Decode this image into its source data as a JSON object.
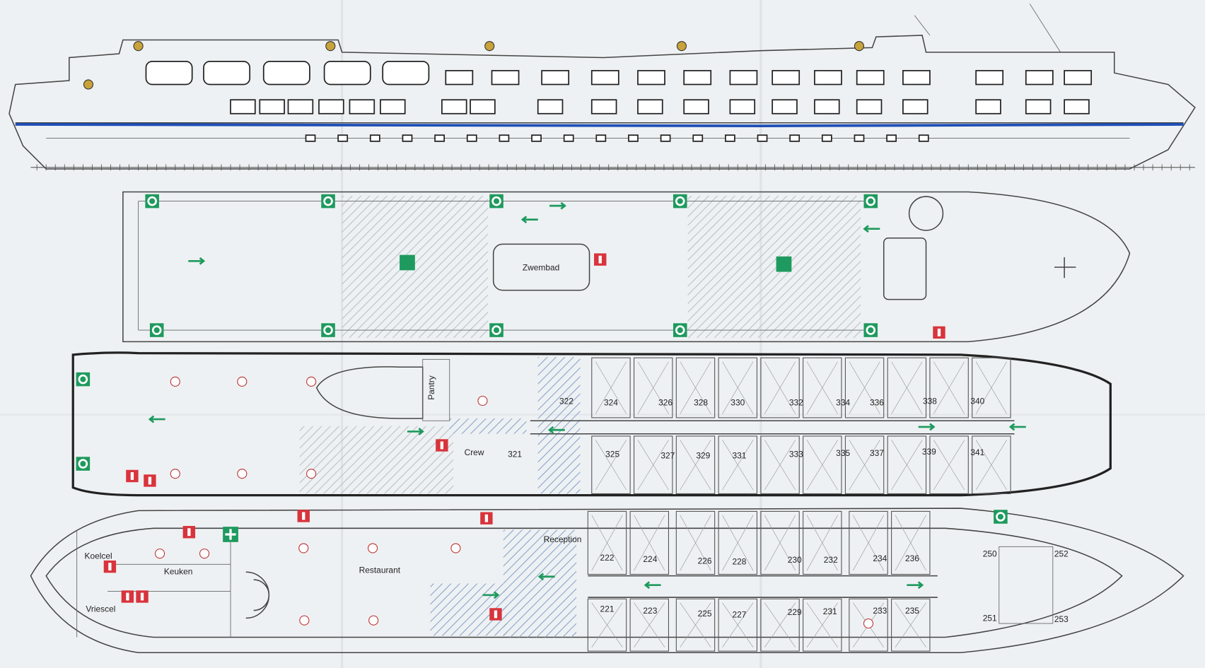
{
  "colors": {
    "paper": "#eef1f3",
    "waterline_blue": "#1f4fb8",
    "safety_green": "#1e9a5e",
    "fire_red": "#d8343c",
    "hatch_blue": "#8aa3c9"
  },
  "top_deck": {
    "pool_label": "Zwembad"
  },
  "deck3": {
    "rooms": {
      "pantry": "Pantry",
      "crew": "Crew"
    },
    "cabins_upper": [
      "322",
      "324",
      "326",
      "328",
      "330",
      "332",
      "334",
      "336",
      "338",
      "340"
    ],
    "cabins_lower": [
      "321",
      "325",
      "327",
      "329",
      "331",
      "333",
      "335",
      "337",
      "339",
      "341"
    ]
  },
  "deck2": {
    "rooms": {
      "reception": "Reception",
      "koelcel": "Koelcel",
      "keuken": "Keuken",
      "vriescel": "Vriescel",
      "restaurant": "Restaurant"
    },
    "cabins_upper": [
      "222",
      "224",
      "226",
      "228",
      "230",
      "232",
      "234",
      "236",
      "250",
      "252"
    ],
    "cabins_lower": [
      "221",
      "223",
      "225",
      "227",
      "229",
      "231",
      "233",
      "235",
      "251",
      "253"
    ]
  },
  "icons": [
    "life-ring-icon",
    "fire-extinguisher-icon",
    "fire-hose-icon",
    "first-aid-icon",
    "exit-arrow-icon",
    "smoke-detector-icon",
    "muster-point-icon",
    "safety-plan-icon",
    "wheelchair-icon"
  ]
}
